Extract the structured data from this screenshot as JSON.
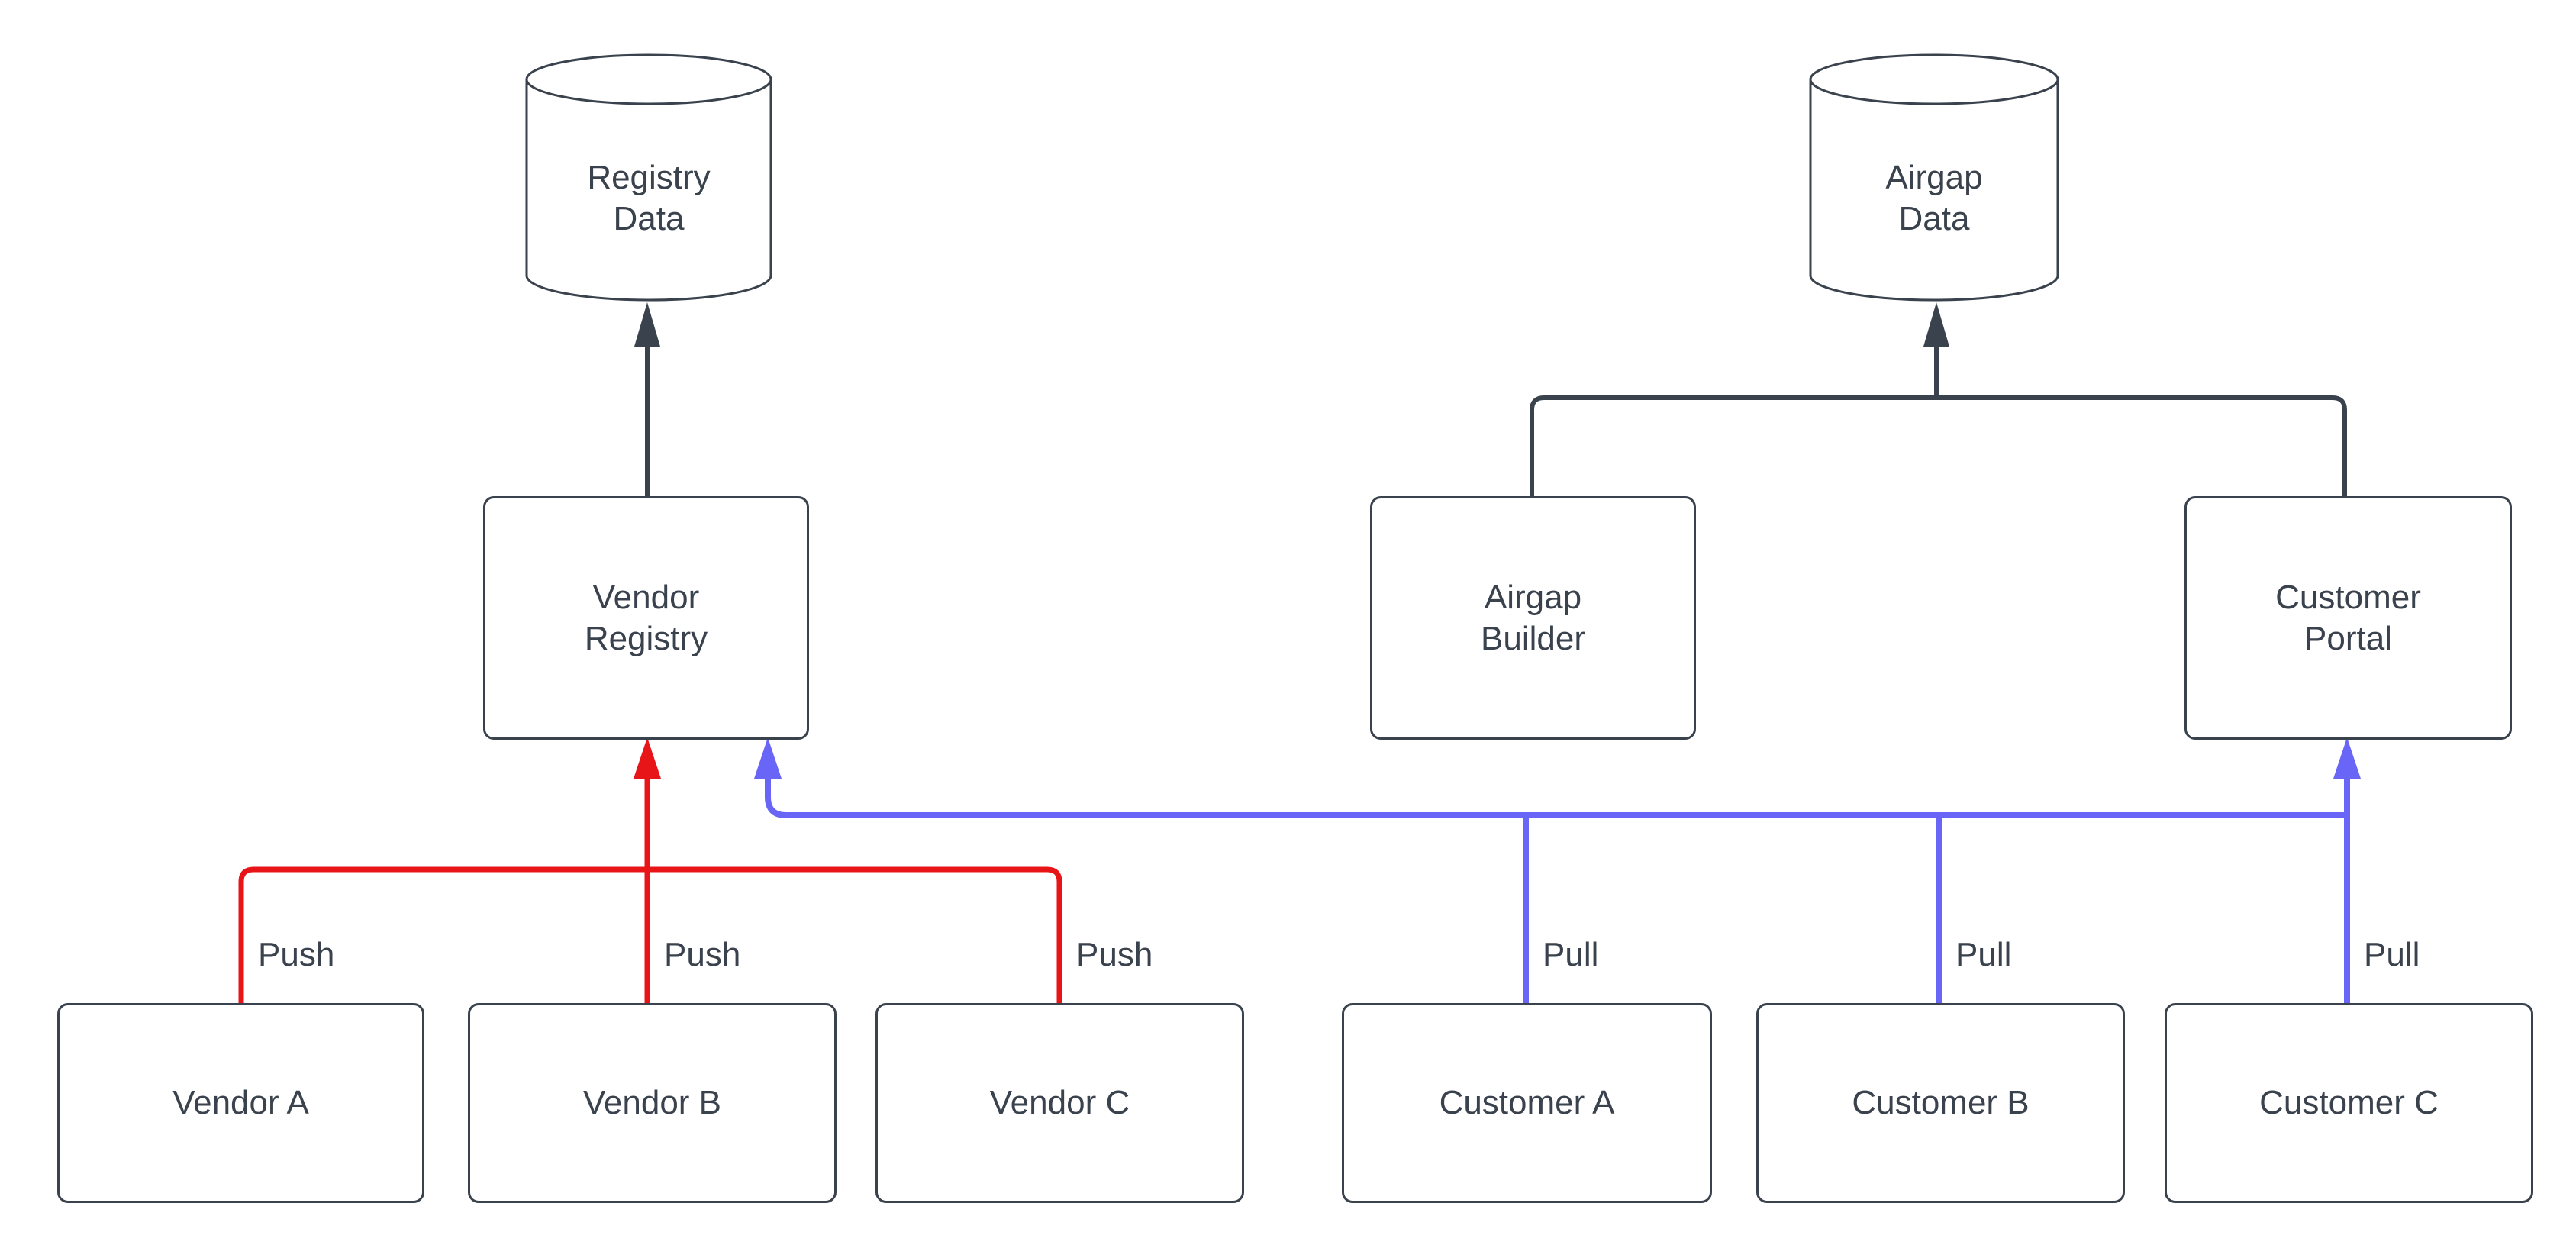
{
  "colors": {
    "ink": "#3a424d",
    "push": "#e81518",
    "pull": "#6965f6",
    "background": "#ffffff"
  },
  "nodes": {
    "registry_data": {
      "label": "Registry\nData",
      "shape": "database"
    },
    "airgap_data": {
      "label": "Airgap\nData",
      "shape": "database"
    },
    "vendor_registry": {
      "label": "Vendor\nRegistry",
      "shape": "rounded-rect"
    },
    "airgap_builder": {
      "label": "Airgap\nBuilder",
      "shape": "rounded-rect"
    },
    "customer_portal": {
      "label": "Customer\nPortal",
      "shape": "rounded-rect"
    },
    "vendor_a": {
      "label": "Vendor A",
      "shape": "rounded-rect"
    },
    "vendor_b": {
      "label": "Vendor B",
      "shape": "rounded-rect"
    },
    "vendor_c": {
      "label": "Vendor C",
      "shape": "rounded-rect"
    },
    "customer_a": {
      "label": "Customer A",
      "shape": "rounded-rect"
    },
    "customer_b": {
      "label": "Customer B",
      "shape": "rounded-rect"
    },
    "customer_c": {
      "label": "Customer C",
      "shape": "rounded-rect"
    }
  },
  "edge_labels": {
    "push": [
      "Push",
      "Push",
      "Push"
    ],
    "pull": [
      "Pull",
      "Pull",
      "Pull"
    ]
  }
}
